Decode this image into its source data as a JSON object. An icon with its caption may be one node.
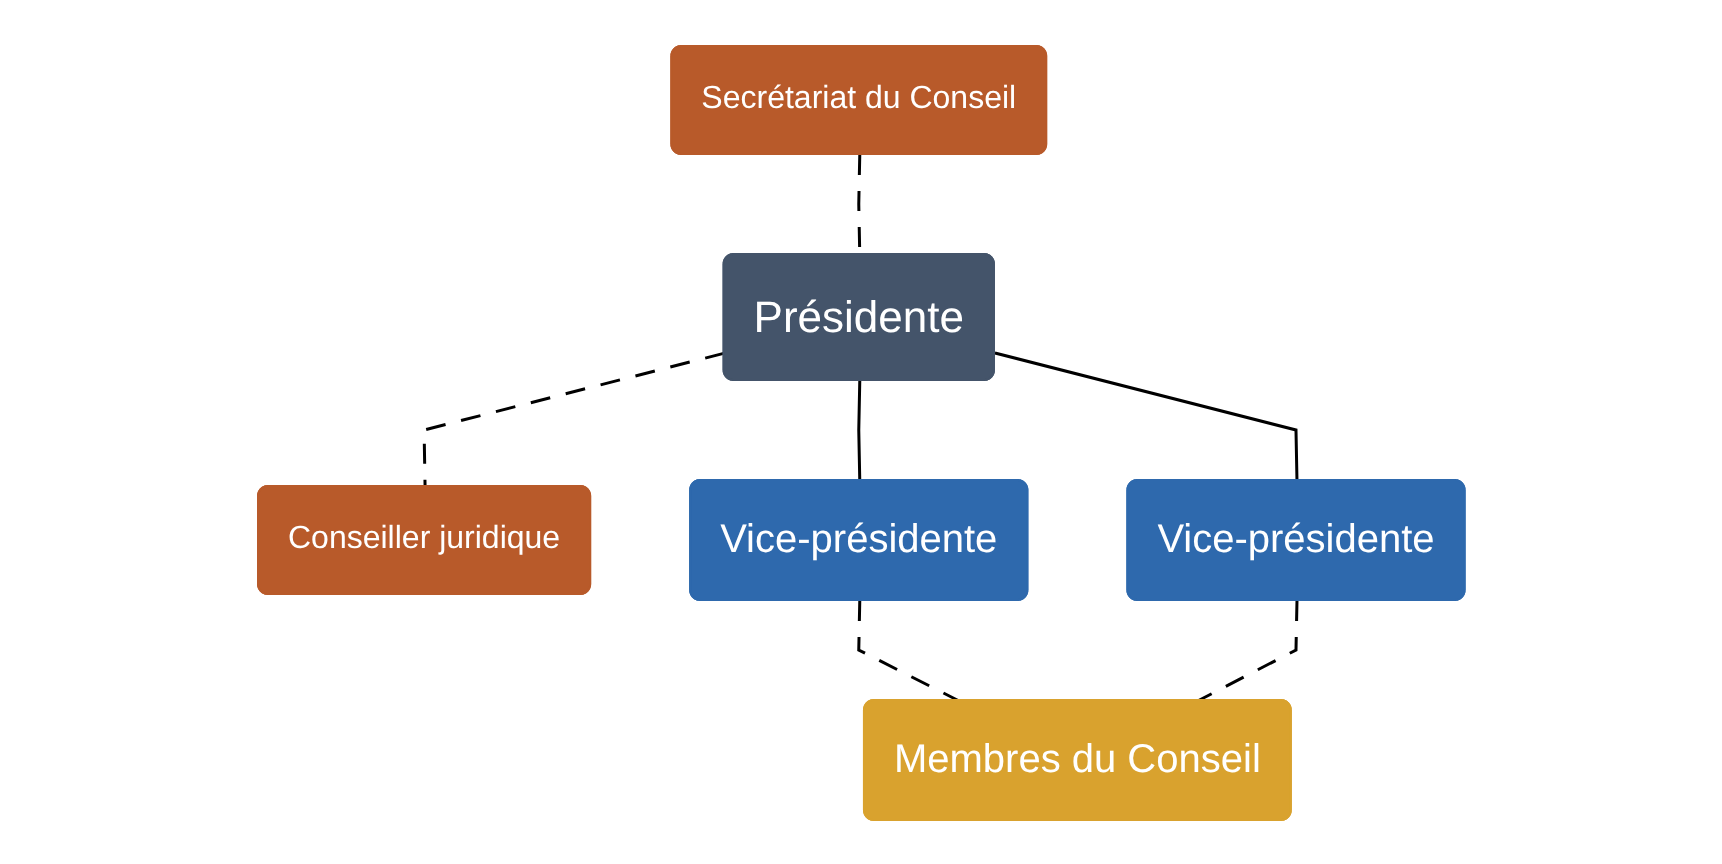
{
  "diagram": {
    "nodes": [
      {
        "text": [
          "Présidente"
        ]
      },
      {
        "text": [
          "Secrétariat du Conseil"
        ]
      },
      {
        "text": [
          "Conseiller juridique"
        ]
      },
      {
        "text": [
          "Vice-présidente"
        ]
      },
      {
        "text": [
          "Vice-présidente"
        ]
      },
      {
        "text": [
          "Membres du Conseil"
        ]
      }
    ],
    "edges": [
      {
        "from": 1,
        "to": 0,
        "arrow": "none",
        "style": "dashed"
      },
      {
        "from": 0,
        "to": 2,
        "arrow": "none",
        "style": "dashed"
      },
      {
        "from": 0,
        "to": 3,
        "arrow": "none"
      },
      {
        "from": 0,
        "to": 4,
        "arrow": "none"
      },
      {
        "from": 3,
        "to": 5,
        "arrow": "none",
        "style": "dashed"
      },
      {
        "from": 4,
        "to": 5,
        "arrow": "none",
        "style": "dashed"
      }
    ]
  }
}
